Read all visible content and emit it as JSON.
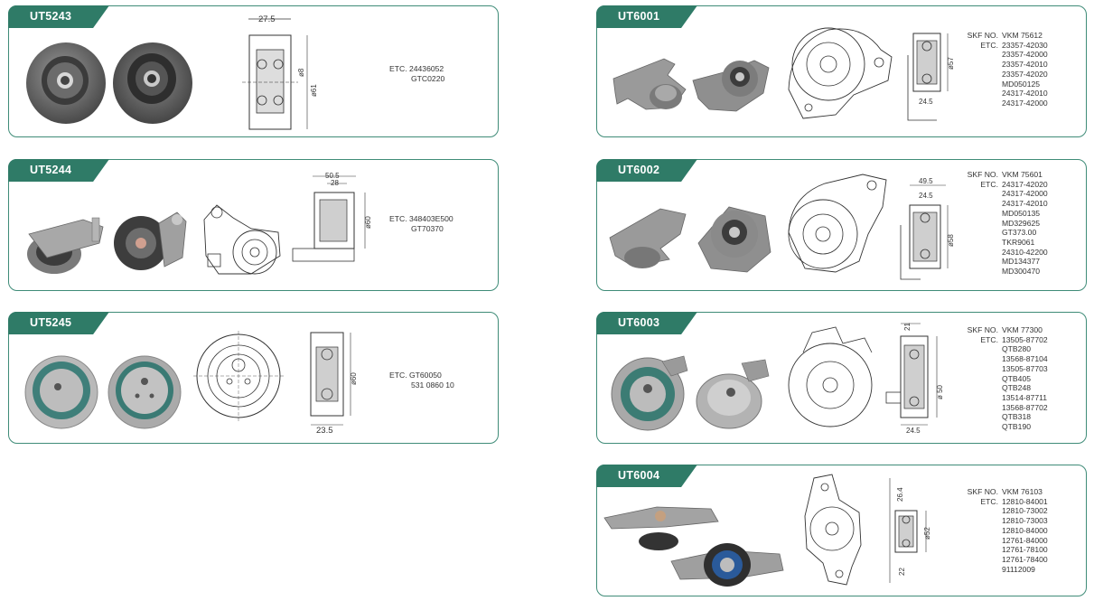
{
  "accent_color": "#2f7b67",
  "products": [
    {
      "code": "UT5243",
      "etc_label": "ETC.",
      "refs": [
        "24436052",
        "GTC0220"
      ],
      "dims": [
        "27.5",
        "ø8",
        "ø61"
      ]
    },
    {
      "code": "UT5244",
      "etc_label": "ETC.",
      "refs": [
        "348403E500",
        "GT70370"
      ],
      "dims": [
        "50.5",
        "28",
        "ø60"
      ]
    },
    {
      "code": "UT5245",
      "etc_label": "ETC.",
      "refs": [
        "GT60050",
        "531 0860 10"
      ],
      "dims": [
        "ø60",
        "23.5"
      ]
    },
    {
      "code": "UT6001",
      "skf_label": "SKF NO.",
      "skf": "VKM 75612",
      "etc_label": "ETC.",
      "refs": [
        "23357-42030",
        "23357-42000",
        "23357-42010",
        "23357-42020",
        "MD050125",
        "24317-42010",
        "24317-42000"
      ],
      "dims": [
        "ø57",
        "24.5"
      ]
    },
    {
      "code": "UT6002",
      "skf_label": "SKF NO.",
      "skf": "VKM 75601",
      "etc_label": "ETC.",
      "refs": [
        "24317-42020",
        "24317-42000",
        "24317-42010",
        "MD050135",
        "MD329625",
        "GT373.00",
        "TKR9061",
        "24310-42200",
        "MD134377",
        "MD300470"
      ],
      "dims": [
        "49.5",
        "24.5",
        "ø58"
      ]
    },
    {
      "code": "UT6003",
      "skf_label": "SKF NO.",
      "skf": "VKM 77300",
      "etc_label": "ETC.",
      "refs": [
        "13505-87702",
        "QTB280",
        "13568-87104",
        "13505-87703",
        "QTB405",
        "QTB248",
        "13514-87711",
        "13568-87702",
        "QTB318",
        "QTB190"
      ],
      "dims": [
        "21",
        "ø 50",
        "24.5"
      ]
    },
    {
      "code": "UT6004",
      "skf_label": "SKF NO.",
      "skf": "VKM 76103",
      "etc_label": "ETC.",
      "refs": [
        "12810-84001",
        "12810-73002",
        "12810-73003",
        "12810-84000",
        "12761-84000",
        "12761-78100",
        "12761-78400",
        "91112009"
      ],
      "dims": [
        "26.4",
        "ø52",
        "22"
      ]
    }
  ]
}
